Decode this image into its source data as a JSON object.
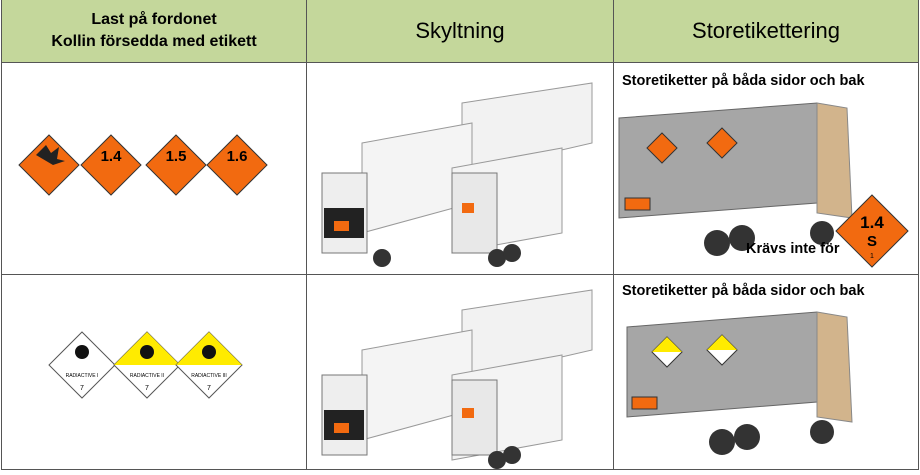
{
  "header": {
    "col1_line1": "Last på fordonet",
    "col1_line2": "Kollin försedda med etikett",
    "col2": "Skyltning",
    "col3": "Storetikettering"
  },
  "rows": [
    {
      "labels": [
        "1.4",
        "1.5",
        "1.6"
      ],
      "storetikett_text": "Storetiketter på båda sidor och bak",
      "exception_text": "Krävs inte för",
      "exception_label": {
        "main": "1.4",
        "sub": "S",
        "num": "1"
      }
    },
    {
      "labels": [
        "RADIACTIVE I",
        "RADIACTIVE II",
        "RADIACTIVE III"
      ],
      "class": "7",
      "storetikett_text": "Storetiketter på båda sidor och bak"
    }
  ],
  "colors": {
    "header": "#c4d79b",
    "orange": "#f26a10",
    "yellow": "#ffeb00"
  }
}
